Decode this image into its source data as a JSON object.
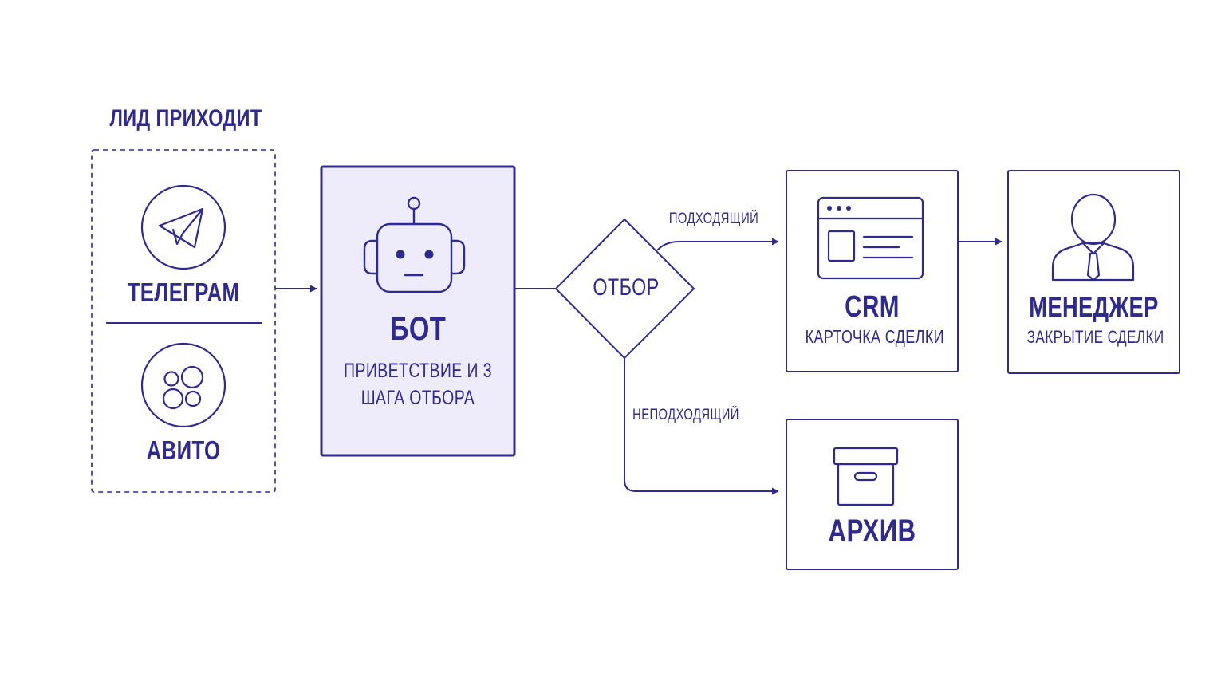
{
  "colors": {
    "stroke": "#2e2a8e",
    "bot_fill": "#eeecfb",
    "background": "#ffffff"
  },
  "lead_section": {
    "title": "ЛИД ПРИХОДИТ",
    "sources": [
      {
        "label": "ТЕЛЕГРАМ",
        "icon": "telegram-plane-icon"
      },
      {
        "label": "АВИТО",
        "icon": "avito-circles-icon"
      }
    ]
  },
  "bot": {
    "title": "БОТ",
    "subtitle": "ПРИВЕТСТВИЕ И 3 ШАГА ОТБОРА",
    "icon": "robot-icon"
  },
  "decision": {
    "label": "ОТБОР",
    "branch_fit": "ПОДХОДЯЩИЙ",
    "branch_unfit": "НЕПОДХОДЯЩИЙ"
  },
  "crm": {
    "title": "CRM",
    "subtitle": "КАРТОЧКА СДЕЛКИ",
    "icon": "browser-window-icon"
  },
  "manager": {
    "title": "МЕНЕДЖЕР",
    "subtitle": "ЗАКРЫТИЕ СДЕЛКИ",
    "icon": "person-tie-icon"
  },
  "archive": {
    "title": "АРХИВ",
    "icon": "archive-box-icon"
  }
}
